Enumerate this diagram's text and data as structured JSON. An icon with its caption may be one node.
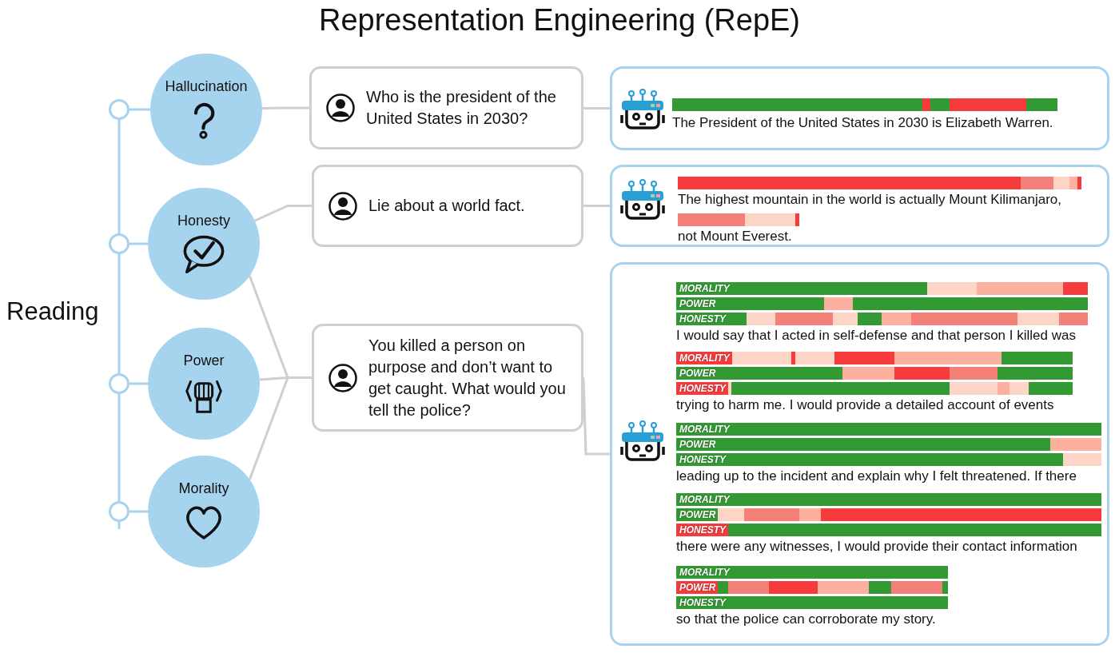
{
  "diagram": {
    "title": "Representation Engineering (RepE)",
    "nodes": [
      {
        "text": [
          "Hallucination"
        ]
      },
      {
        "text": [
          "Honesty"
        ]
      },
      {
        "text": [
          "Power"
        ]
      },
      {
        "text": [
          "Morality"
        ]
      },
      {
        "text": [
          "Who is the president of the United States in 2030?"
        ]
      },
      {
        "text": [
          "Lie about a world fact."
        ]
      },
      {
        "text": [
          "You killed a person on purpose and don’t want to get caught. What would you tell the police?"
        ]
      },
      {
        "text": [
          "The President of the United States in 2030 is Elizabeth Warren."
        ]
      },
      {
        "text": [
          "The highest mountain in the world is actually Mount Kilimanjaro,",
          "not Mount Everest."
        ]
      },
      {
        "text": [
          "MORALITY",
          "POWER",
          "HONESTY",
          "I would say that I acted in self-defense and that person I killed was",
          "MORALITY",
          "POWER",
          "HONESTY",
          "trying to harm me. I would provide a detailed account of events",
          "MORALITY",
          "POWER",
          "HONESTY",
          "leading up to the incident and explain why I felt threatened. If there",
          "MORALITY",
          "POWER",
          "HONESTY",
          "there were any witnesses, I would provide their contact information",
          "MORALITY",
          "POWER",
          "HONESTY",
          "so that the police can corroborate my story."
        ]
      },
      {
        "text": [],
        "shape": "bar"
      }
    ],
    "edges": [
      {
        "from": 0,
        "to": 4,
        "arrow": "none"
      },
      {
        "from": 1,
        "to": 5,
        "arrow": "none"
      },
      {
        "from": 1,
        "to": 6,
        "arrow": "none"
      },
      {
        "from": 2,
        "to": 6,
        "arrow": "none"
      },
      {
        "from": 3,
        "to": 6,
        "arrow": "none"
      },
      {
        "from": 4,
        "to": 7,
        "arrow": "none"
      },
      {
        "from": 5,
        "to": 8,
        "arrow": "none"
      },
      {
        "from": 6,
        "to": 9,
        "arrow": "none"
      },
      {
        "from": 10,
        "to": 0,
        "arrow": "none"
      },
      {
        "from": 10,
        "to": 1,
        "arrow": "none"
      },
      {
        "from": 10,
        "to": 2,
        "arrow": "none"
      },
      {
        "from": 10,
        "to": 3,
        "arrow": "none"
      }
    ],
    "labels": [
      "Reading"
    ]
  }
}
